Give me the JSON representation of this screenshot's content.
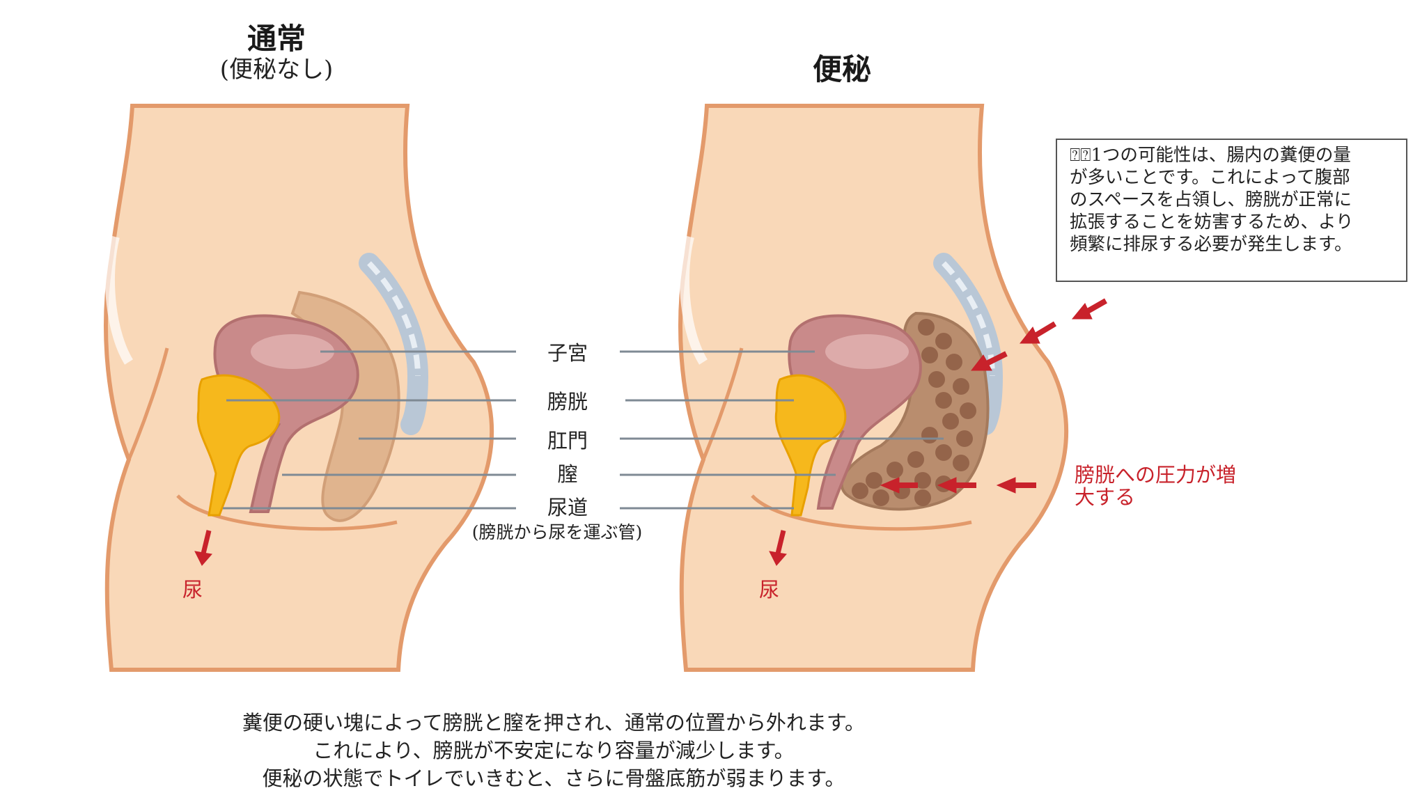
{
  "left_panel": {
    "title": "通常",
    "subtitle": "(便秘なし)",
    "urine_label": "尿"
  },
  "right_panel": {
    "title": "便秘",
    "urine_label": "尿",
    "pressure_label_line1": "膀胱への圧力が増",
    "pressure_label_line2": "大する"
  },
  "labels": {
    "uterus": "子宮",
    "bladder": "膀胱",
    "anus": "肛門",
    "vagina": "膣",
    "urethra": "尿道",
    "urethra_note": "(膀胱から尿を運ぶ管)"
  },
  "info_box": {
    "lines": [
      "⍰⍰1つの可能性は、腸内の糞便の量",
      "が多いことです。これによって腹部",
      "のスペースを占領し、膀胱が正常に",
      "拡張することを妨害するため、より",
      "頻繁に排尿する必要が発生します。"
    ]
  },
  "caption": {
    "lines": [
      "糞便の硬い塊によって膀胱と膣を押され、通常の位置から外れます。",
      "これにより、膀胱が不安定になり容量が減少します。",
      "便秘の状態でトイレでいきむと、さらに骨盤底筋が弱まります。"
    ]
  },
  "colors": {
    "skin": "#f9d8b8",
    "outline": "#e39a6b",
    "bladder": "#f6b81c",
    "uterus": "#c98a8a",
    "rectum": "#e0b48e",
    "spine": "#b9c7d6",
    "stool": "#9a6b4f",
    "arrow": "#c8222b",
    "leader": "#7f8a94"
  }
}
